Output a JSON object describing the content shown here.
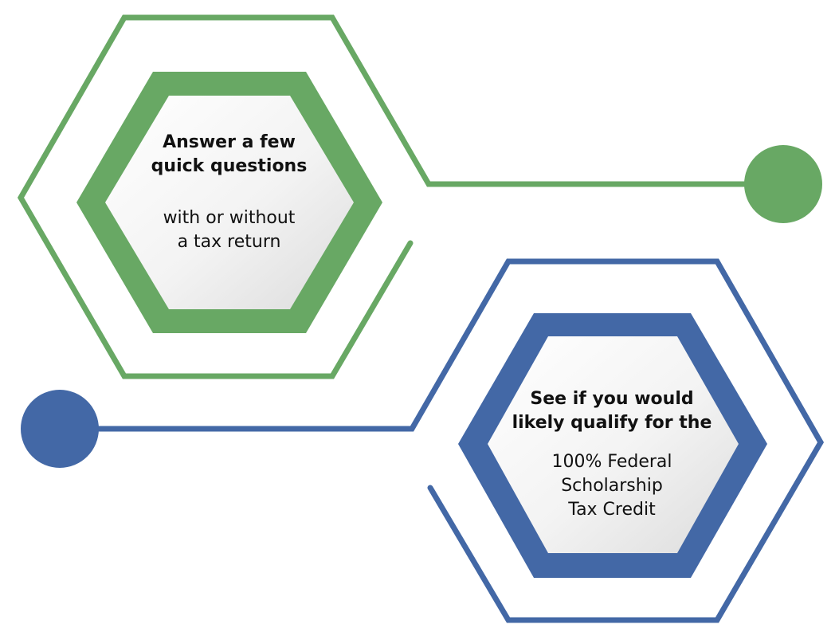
{
  "colors": {
    "green": "#68A864",
    "blue": "#4368A6",
    "hex_fill_light": "#F7F7F7",
    "hex_fill_shadow": "#E1E1E1",
    "text": "#111111",
    "background": "#FFFFFF"
  },
  "steps": [
    {
      "bold_text": "Answer a few\nquick questions",
      "regular_text": "with or without\na tax return",
      "accent": "green"
    },
    {
      "bold_text": "See if you would\nlikely qualify for the",
      "regular_text": "100% Federal\nScholarship\nTax Credit",
      "accent": "blue"
    }
  ]
}
